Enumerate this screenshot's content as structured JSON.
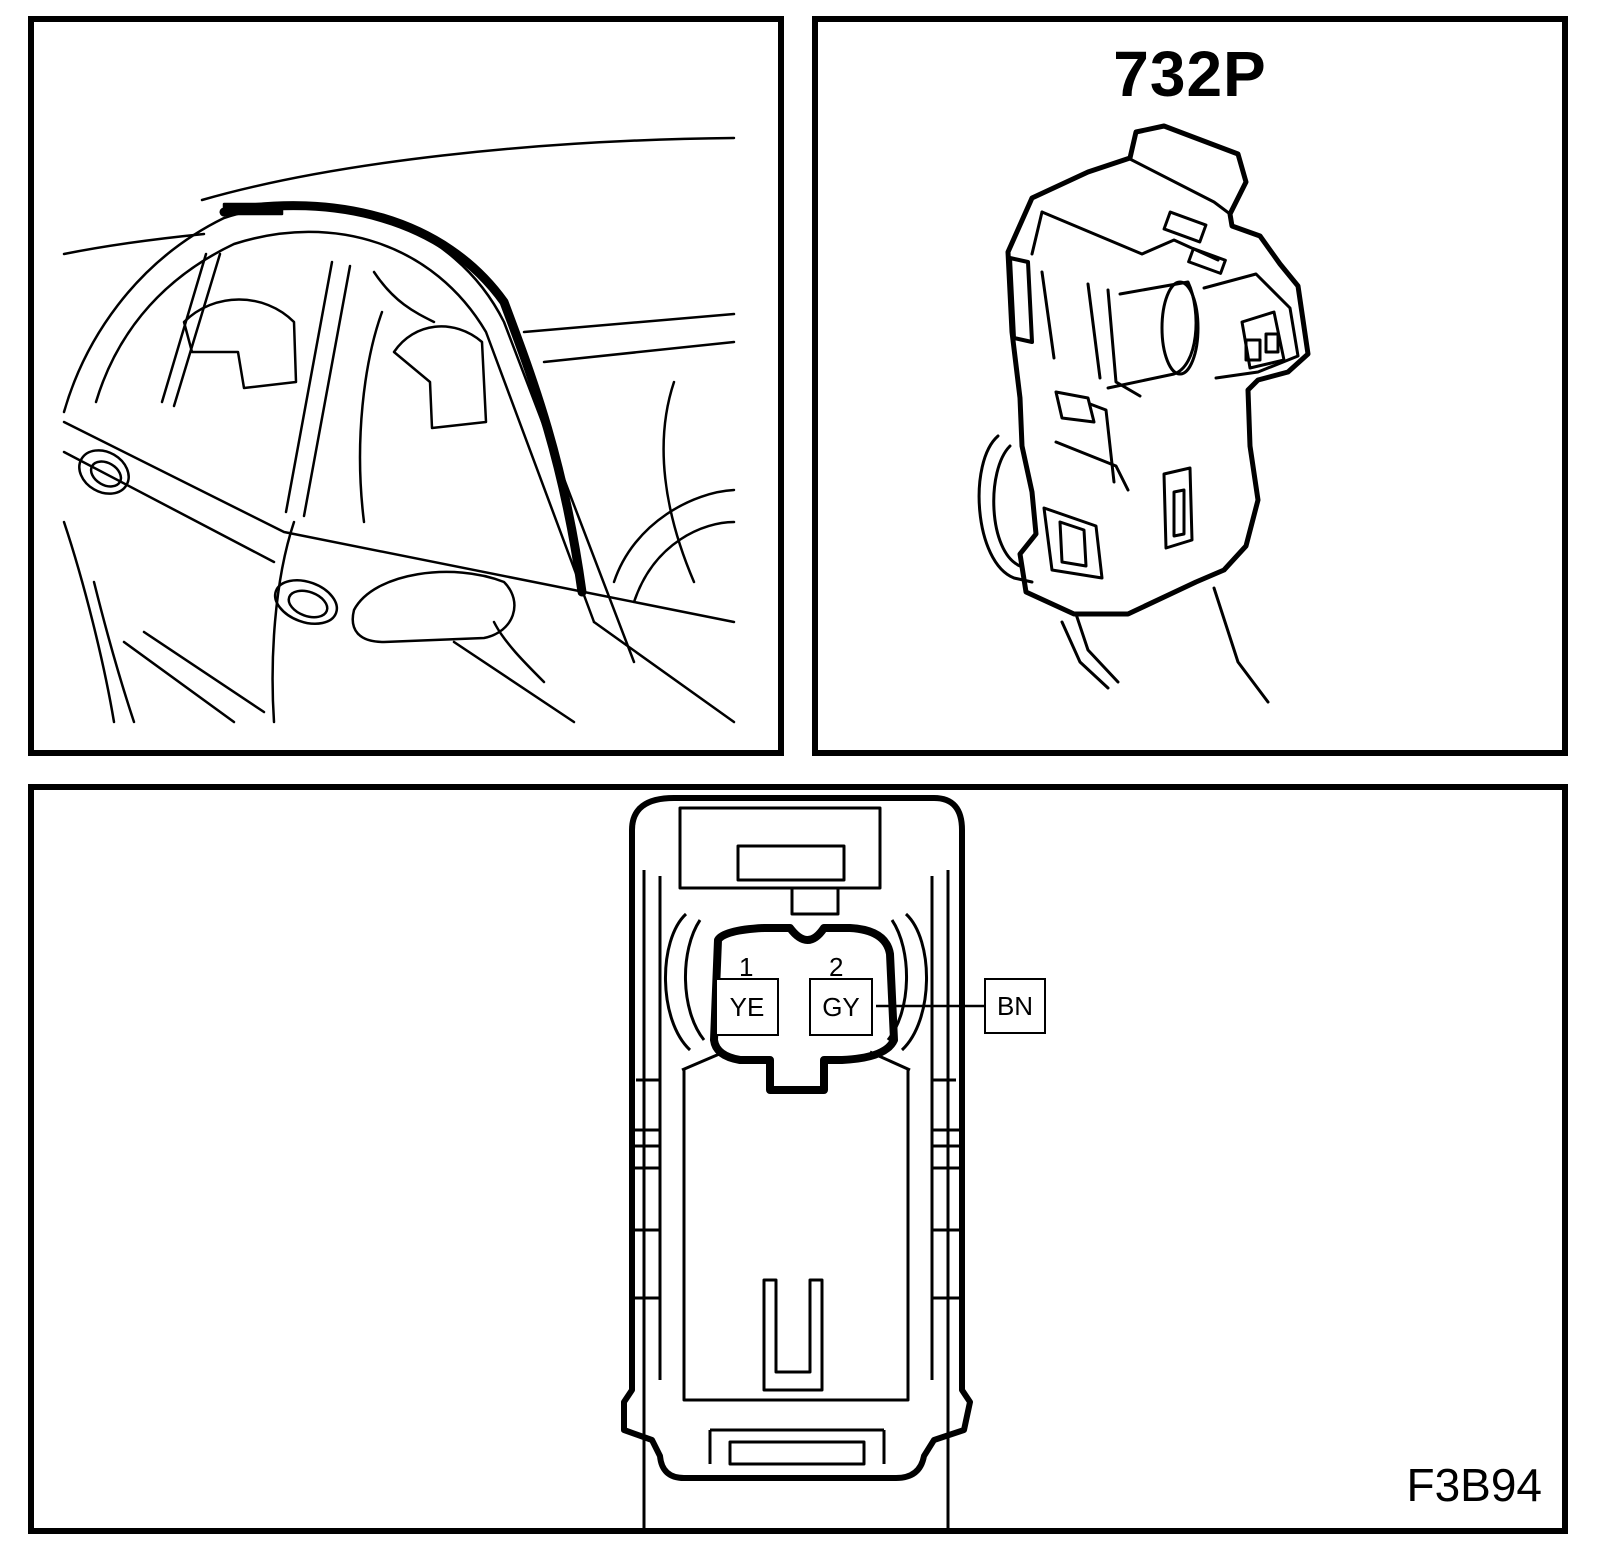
{
  "connector": {
    "part_number": "732P",
    "pins": [
      {
        "number": "1",
        "wire_color": "YE"
      },
      {
        "number": "2",
        "wire_color": "GY"
      }
    ],
    "wire_label": "BN"
  },
  "figure_id": "F3B94"
}
